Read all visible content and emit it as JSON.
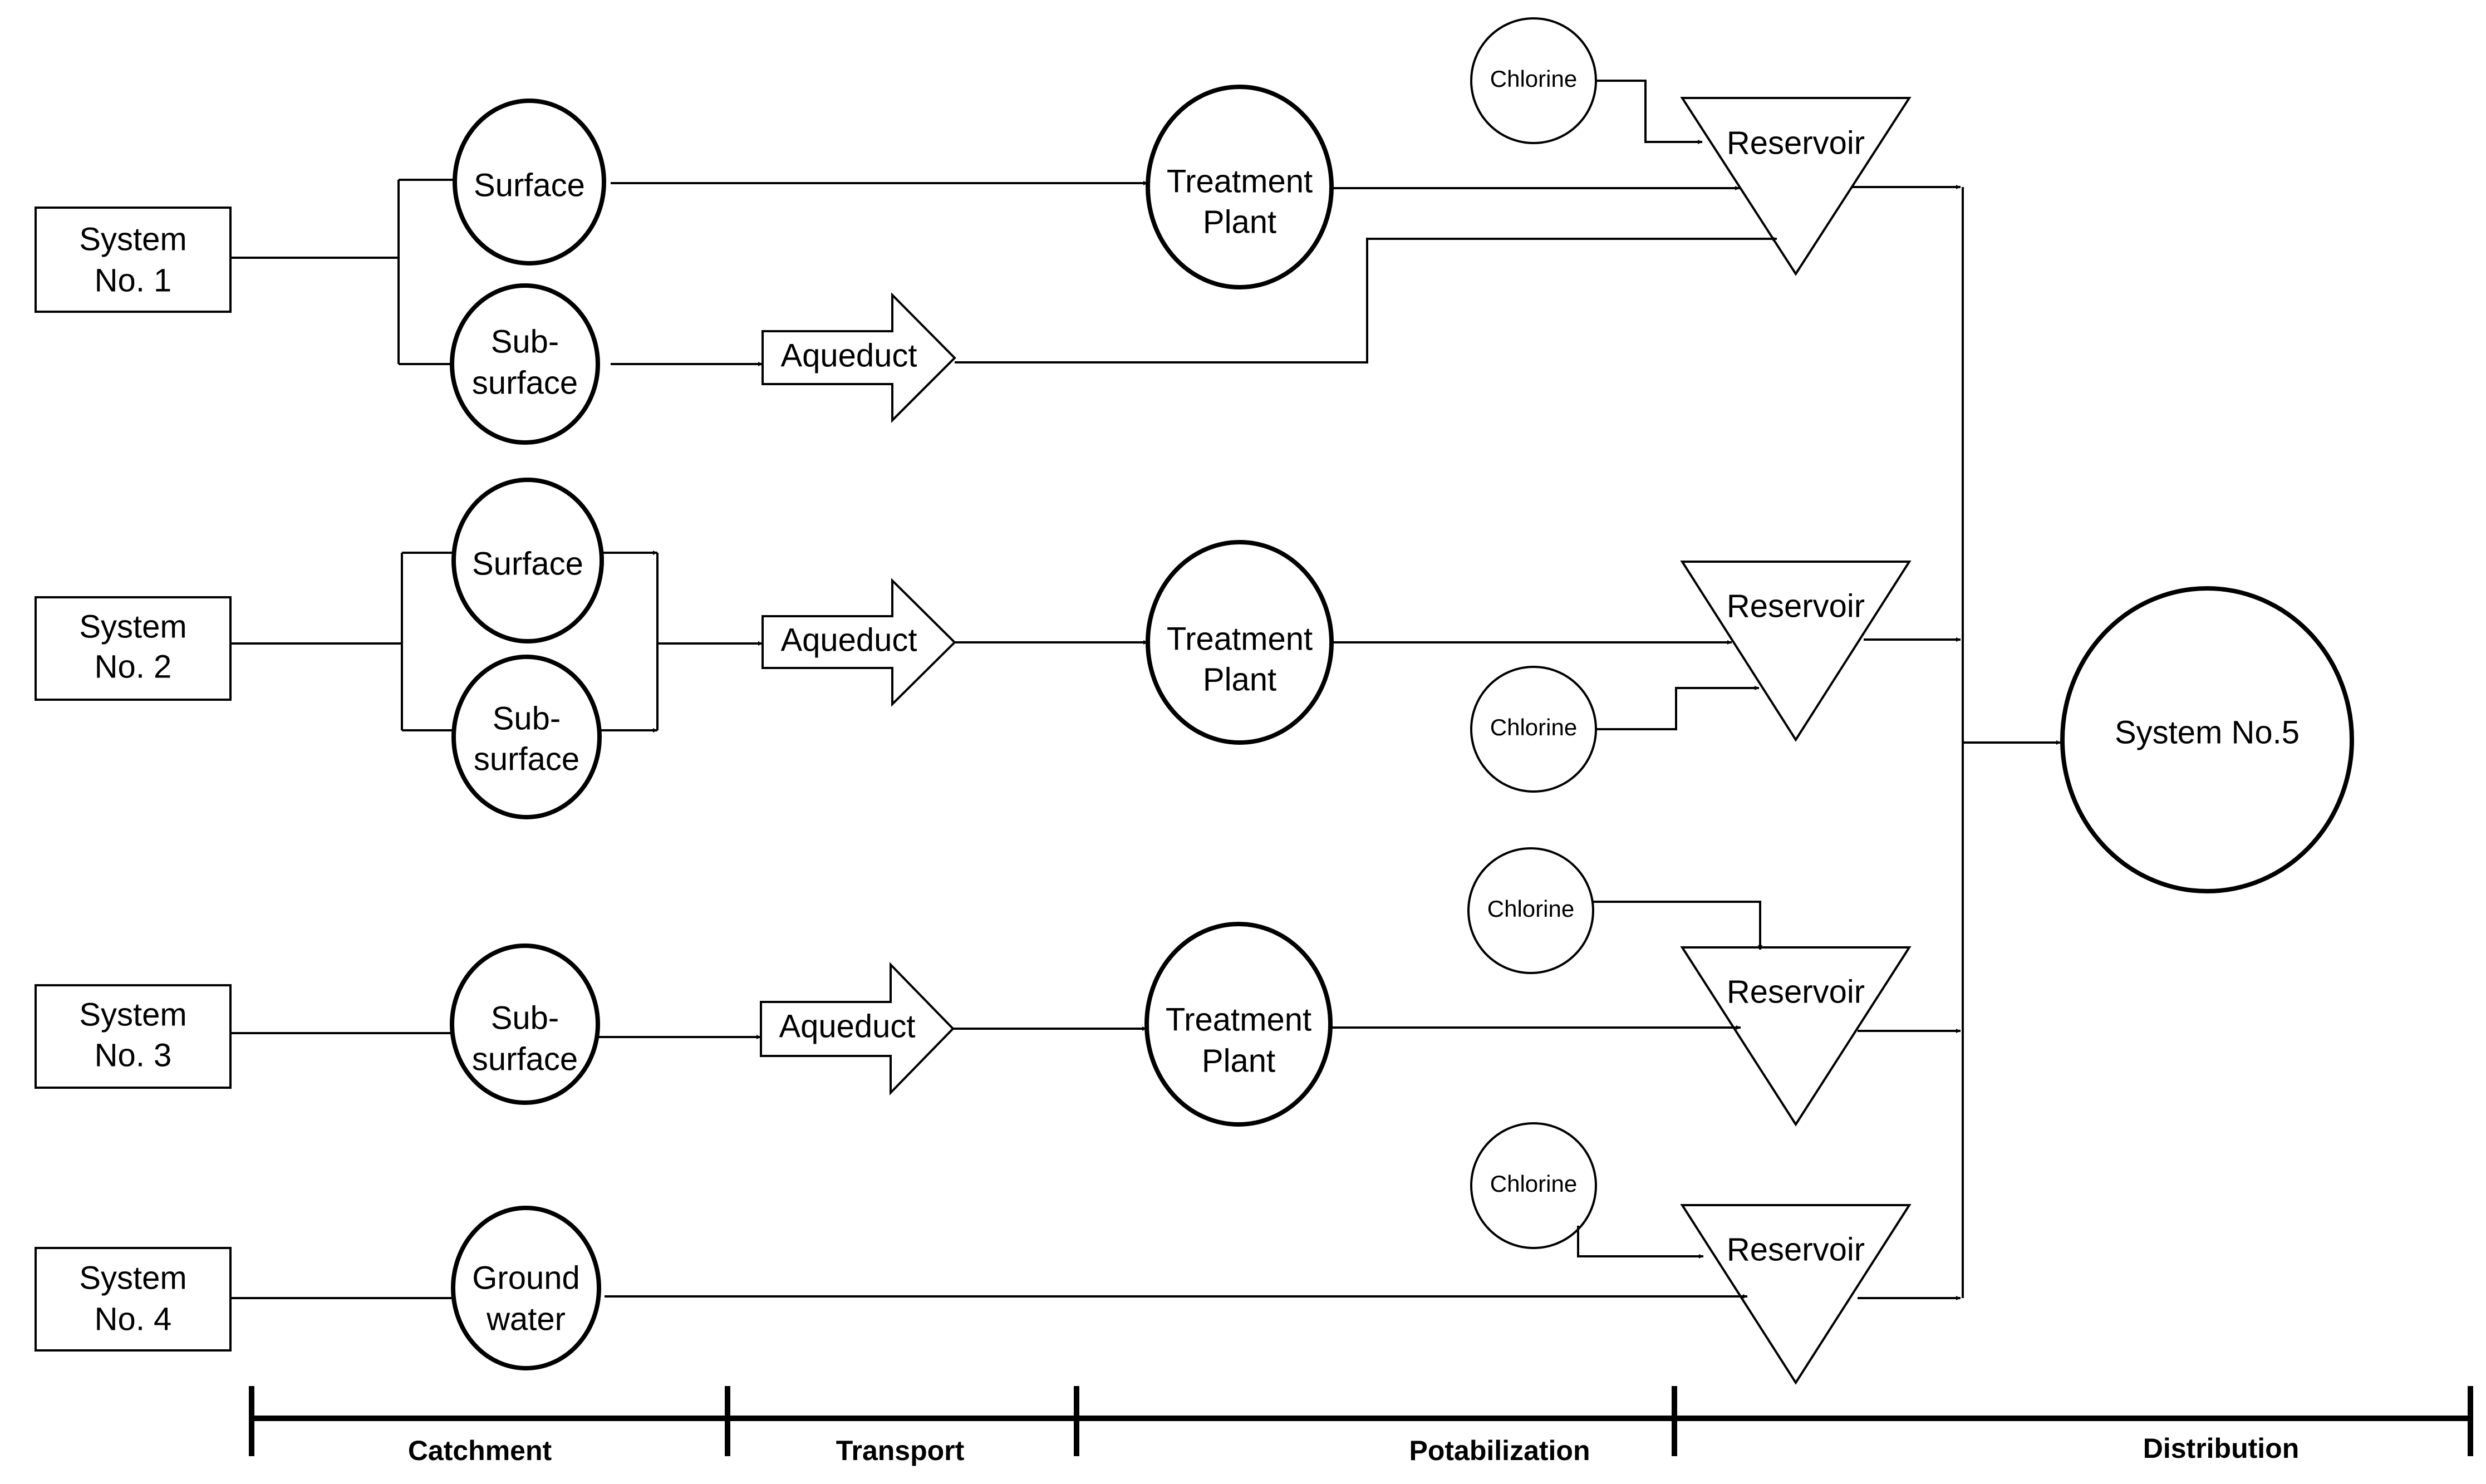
{
  "systems": {
    "s1": [
      "System",
      "No. 1"
    ],
    "s2": [
      "System",
      "No. 2"
    ],
    "s3": [
      "System",
      "No. 3"
    ],
    "s4": [
      "System",
      "No. 4"
    ],
    "s5": "System No.5"
  },
  "nodes": {
    "surface": "Surface",
    "subsurface": [
      "Sub-",
      "surface"
    ],
    "groundwater": [
      "Ground",
      "water"
    ],
    "aqueduct": "Aqueduct",
    "treatment": [
      "Treatment",
      "Plant"
    ],
    "reservoir": "Reservoir",
    "chlorine": "Chlorine"
  },
  "stages": [
    "Catchment",
    "Transport",
    "Potabilization",
    "Distribution"
  ]
}
